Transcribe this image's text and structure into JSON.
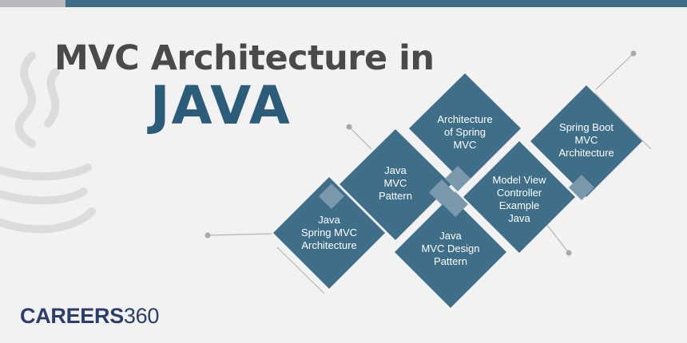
{
  "title": {
    "line1": "MVC Architecture in",
    "line2": "JAVA"
  },
  "tiles": [
    {
      "text": "Architecture\nof Spring\nMVC"
    },
    {
      "text": "Java\nMVC\nPattern"
    },
    {
      "text": "Spring Boot\nMVC\nArchitecture"
    },
    {
      "text": "Model View\nController\nExample\nJava"
    },
    {
      "text": "Java\nSpring MVC\nArchitecture"
    },
    {
      "text": "Java\nMVC Design\nPattern"
    }
  ],
  "logo": {
    "bold": "CAREERS",
    "light": "360"
  },
  "colors": {
    "tile": "#3f6e89",
    "tile_light": "#7a99ad",
    "title_dark": "#4a4a4d",
    "title_blue": "#2b5c7a",
    "topbar": "#3e6d8a"
  }
}
